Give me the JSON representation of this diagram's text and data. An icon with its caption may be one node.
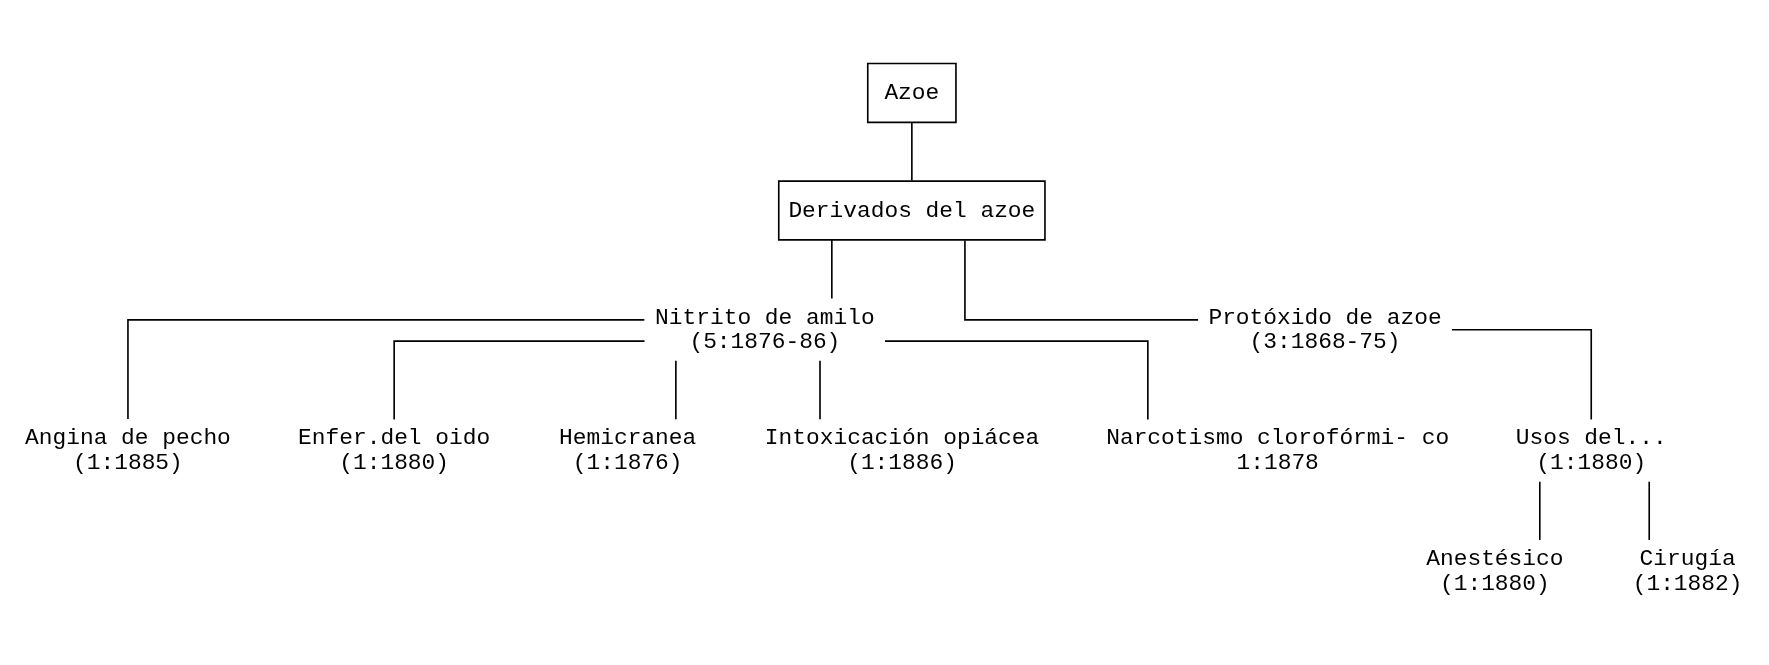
{
  "diagram": {
    "nodes": [
      {
        "text": [
          "Azoe"
        ]
      },
      {
        "text": [
          "Derivados del azoe"
        ]
      },
      {
        "text": [
          "Nitrito de amilo",
          "(5:1876-86)"
        ]
      },
      {
        "text": [
          "Protóxido de azoe",
          "(3:1868-75)"
        ]
      },
      {
        "text": [
          "Angina de pecho",
          "(1:1885)"
        ]
      },
      {
        "text": [
          "Enfer.del oido",
          "(1:1880)"
        ]
      },
      {
        "text": [
          "Hemicranea",
          "(1:1876)"
        ]
      },
      {
        "text": [
          "Intoxicación opiácea",
          "(1:1886)"
        ]
      },
      {
        "text": [
          "Narcotismo clorofórmi- co",
          "1:1878"
        ]
      },
      {
        "text": [
          "Usos del...",
          "(1:1880)"
        ]
      },
      {
        "text": [
          "Anestésico",
          "(1:1880)"
        ]
      },
      {
        "text": [
          "Cirugía",
          "(1:1882)"
        ]
      }
    ],
    "edges": [
      {
        "from": 0,
        "to": 1,
        "arrow": "none"
      },
      {
        "from": 1,
        "to": 2,
        "arrow": "none"
      },
      {
        "from": 1,
        "to": 3,
        "arrow": "none"
      },
      {
        "from": 2,
        "to": 4,
        "arrow": "none"
      },
      {
        "from": 2,
        "to": 5,
        "arrow": "none"
      },
      {
        "from": 2,
        "to": 6,
        "arrow": "none"
      },
      {
        "from": 2,
        "to": 7,
        "arrow": "none"
      },
      {
        "from": 2,
        "to": 8,
        "arrow": "none"
      },
      {
        "from": 3,
        "to": 9,
        "arrow": "none"
      },
      {
        "from": 9,
        "to": 10,
        "arrow": "none"
      },
      {
        "from": 9,
        "to": 11,
        "arrow": "none"
      }
    ]
  }
}
